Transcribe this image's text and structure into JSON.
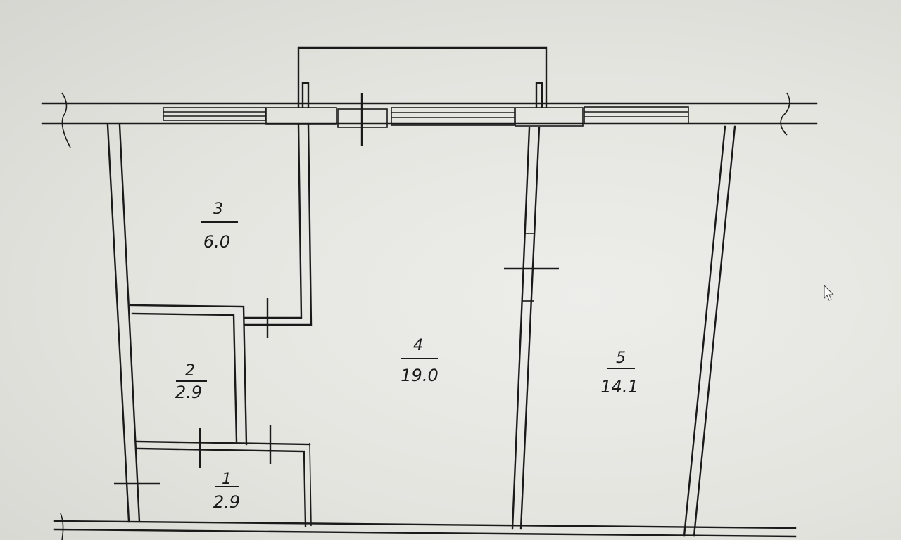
{
  "rooms": [
    {
      "number": "3",
      "area": "6.0"
    },
    {
      "number": "2",
      "area": "2.9"
    },
    {
      "number": "4",
      "area": "19.0"
    },
    {
      "number": "5",
      "area": "14.1"
    },
    {
      "number": "1",
      "area": "2.9"
    }
  ]
}
